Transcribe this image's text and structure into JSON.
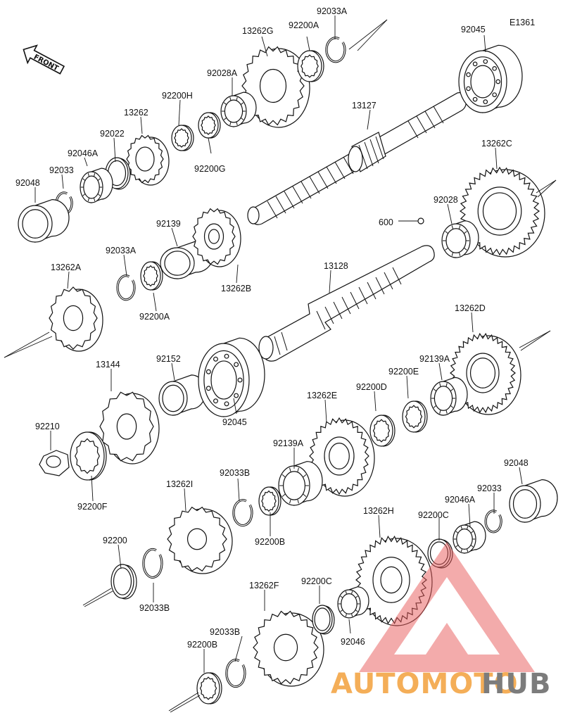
{
  "diagram": {
    "code": "E1361",
    "front_label": "FRONT",
    "watermark": {
      "brand_light": "AUTOMOTO",
      "brand_dark": "HUB",
      "colors": {
        "triangle": "#e85a5a",
        "light_text": "#f3a03b",
        "dark_text": "#666666"
      }
    },
    "labels": [
      {
        "id": "p13262G",
        "text": "13262G"
      },
      {
        "id": "p92200A_top",
        "text": "92200A"
      },
      {
        "id": "p92033A_top",
        "text": "92033A"
      },
      {
        "id": "p92045_top",
        "text": "92045"
      },
      {
        "id": "p92028A",
        "text": "92028A"
      },
      {
        "id": "p92200H",
        "text": "92200H"
      },
      {
        "id": "p13262",
        "text": "13262"
      },
      {
        "id": "p92022",
        "text": "92022"
      },
      {
        "id": "p13127",
        "text": "13127"
      },
      {
        "id": "p92046A_left",
        "text": "92046A"
      },
      {
        "id": "p92033_left",
        "text": "92033"
      },
      {
        "id": "p92200G",
        "text": "92200G"
      },
      {
        "id": "p13262C",
        "text": "13262C"
      },
      {
        "id": "p92048_left",
        "text": "92048"
      },
      {
        "id": "p92028",
        "text": "92028"
      },
      {
        "id": "p600",
        "text": "600"
      },
      {
        "id": "p92139",
        "text": "92139"
      },
      {
        "id": "p92033A_mid",
        "text": "92033A"
      },
      {
        "id": "p13262A",
        "text": "13262A"
      },
      {
        "id": "p13128",
        "text": "13128"
      },
      {
        "id": "p13262B",
        "text": "13262B"
      },
      {
        "id": "p92200A_mid",
        "text": "92200A"
      },
      {
        "id": "p13262D",
        "text": "13262D"
      },
      {
        "id": "p13144",
        "text": "13144"
      },
      {
        "id": "p92152",
        "text": "92152"
      },
      {
        "id": "p92139A_right",
        "text": "92139A"
      },
      {
        "id": "p92200E",
        "text": "92200E"
      },
      {
        "id": "p92200D",
        "text": "92200D"
      },
      {
        "id": "p13262E",
        "text": "13262E"
      },
      {
        "id": "p92210",
        "text": "92210"
      },
      {
        "id": "p92045_mid",
        "text": "92045"
      },
      {
        "id": "p92139A_mid",
        "text": "92139A"
      },
      {
        "id": "p92048_right",
        "text": "92048"
      },
      {
        "id": "p92200F",
        "text": "92200F"
      },
      {
        "id": "p92033B_mid",
        "text": "92033B"
      },
      {
        "id": "p13262I",
        "text": "13262I"
      },
      {
        "id": "p92033_right",
        "text": "92033"
      },
      {
        "id": "p92046A_right",
        "text": "92046A"
      },
      {
        "id": "p13262H",
        "text": "13262H"
      },
      {
        "id": "p92200C_right",
        "text": "92200C"
      },
      {
        "id": "p92200",
        "text": "92200"
      },
      {
        "id": "p92200B_mid",
        "text": "92200B"
      },
      {
        "id": "p92033B_low",
        "text": "92033B"
      },
      {
        "id": "p13262F",
        "text": "13262F"
      },
      {
        "id": "p92200C_low",
        "text": "92200C"
      },
      {
        "id": "p92033B_bottom",
        "text": "92033B"
      },
      {
        "id": "p92200B_bottom",
        "text": "92200B"
      },
      {
        "id": "p92046",
        "text": "92046"
      }
    ]
  }
}
